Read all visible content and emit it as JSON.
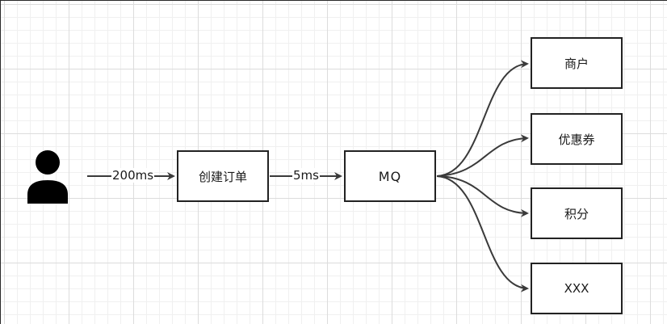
{
  "diagram": {
    "nodes": {
      "order": "创建订单",
      "mq": "MQ",
      "target1": "商户",
      "target2": "优惠券",
      "target3": "积分",
      "target4": "XXX"
    },
    "edges": {
      "user_to_order": "200ms",
      "order_to_mq": "5ms"
    },
    "icons": {
      "user": "person-icon"
    },
    "colors": {
      "line": "#3a3a3a",
      "box_border": "#222222",
      "icon": "#000000"
    }
  }
}
